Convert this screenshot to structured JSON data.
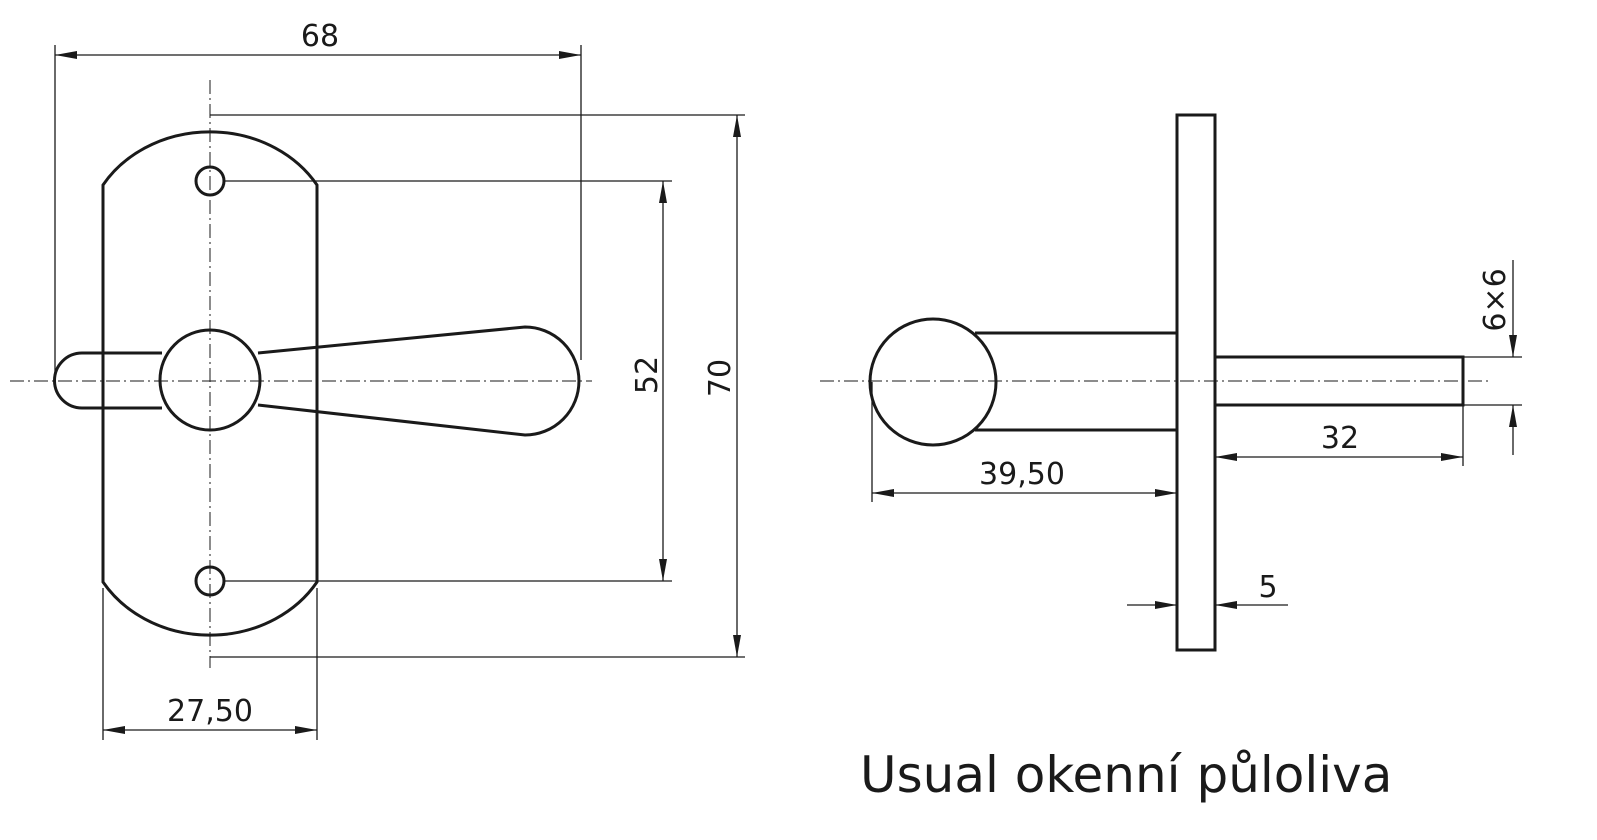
{
  "title": "Usual okenní půloliva",
  "front_view": {
    "dim_overall_width": "68",
    "dim_hole_spacing": "52",
    "dim_plate_height": "70",
    "dim_plate_width": "27,50"
  },
  "side_view": {
    "dim_projection": "39,50",
    "dim_spindle_length": "32",
    "dim_plate_thickness": "5",
    "dim_spindle_section": "6×6"
  }
}
